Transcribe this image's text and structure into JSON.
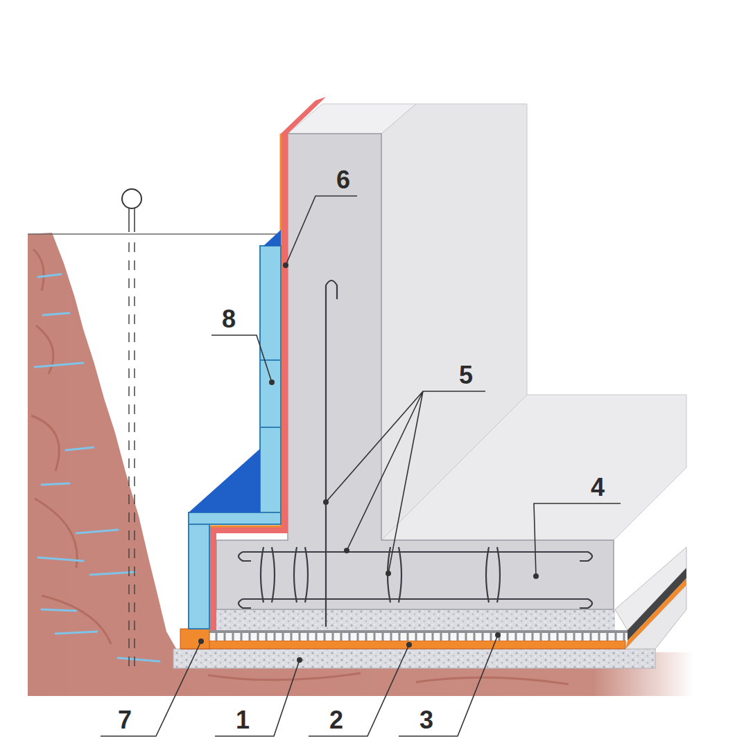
{
  "diagram": {
    "labels": [
      "6",
      "8",
      "5",
      "4",
      "7",
      "1",
      "2",
      "3"
    ]
  }
}
